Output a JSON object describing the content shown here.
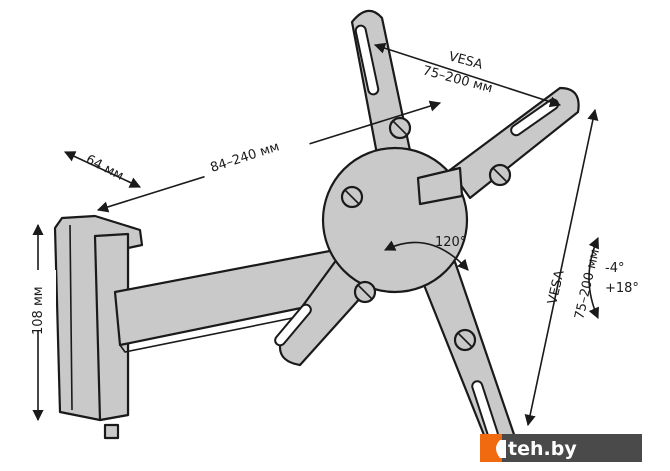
{
  "dimensions": {
    "vesa_top_label": "VESA",
    "vesa_top_range": "75–200 мм",
    "arm_reach": "84–240 мм",
    "plate_width": "64 мм",
    "plate_height": "108 мм",
    "rotation": "120°",
    "vesa_side_label": "VESA",
    "vesa_side_range": "75–200 мм",
    "tilt_down": "-4°",
    "tilt_up": "+18°"
  },
  "watermark": {
    "text": "teh.by",
    "accent": "#f26a10",
    "bar": "#4a4a4a"
  }
}
